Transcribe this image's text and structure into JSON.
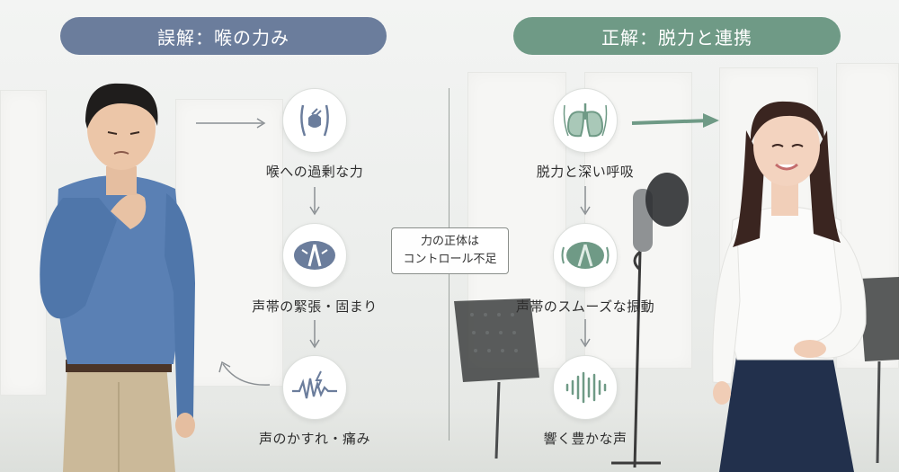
{
  "headers": {
    "wrong": "誤解：喉の力み",
    "right": "正解：脱力と連携"
  },
  "center_note": {
    "line1": "力の正体は",
    "line2": "コントロール不足"
  },
  "wrong_flow": [
    {
      "label": "喉への過剰な力",
      "icon": "throat-strain-icon"
    },
    {
      "label": "声帯の緊張・固まり",
      "icon": "tense-vocal-cords-icon"
    },
    {
      "label": "声のかすれ・痛み",
      "icon": "rough-voice-wave-icon"
    }
  ],
  "right_flow": [
    {
      "label": "脱力と深い呼吸",
      "icon": "lungs-icon"
    },
    {
      "label": "声帯のスムーズな振動",
      "icon": "vibrating-vocal-cords-icon"
    },
    {
      "label": "響く豊かな声",
      "icon": "sound-wave-icon"
    }
  ],
  "colors": {
    "wrong_header": "#6b7d9c",
    "right_header": "#6f9a86",
    "wrong_icon": "#6b7d9c",
    "right_icon": "#6f9a86"
  }
}
